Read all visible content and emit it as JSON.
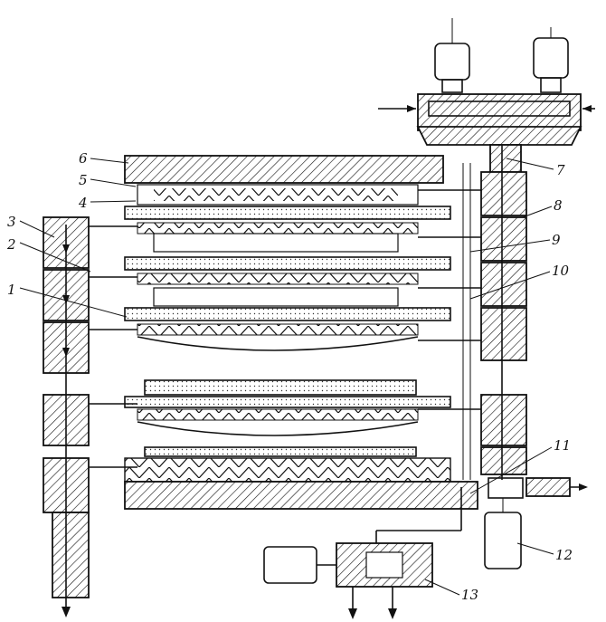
{
  "callouts": [
    {
      "id": "1",
      "text": "1"
    },
    {
      "id": "2",
      "text": "2"
    },
    {
      "id": "3",
      "text": "3"
    },
    {
      "id": "4",
      "text": "4"
    },
    {
      "id": "5",
      "text": "5"
    },
    {
      "id": "6",
      "text": "6"
    },
    {
      "id": "7",
      "text": "7"
    },
    {
      "id": "8",
      "text": "8"
    },
    {
      "id": "9",
      "text": "9"
    },
    {
      "id": "10",
      "text": "10"
    },
    {
      "id": "11",
      "text": "11"
    },
    {
      "id": "12",
      "text": "12"
    },
    {
      "id": "13",
      "text": "13"
    }
  ],
  "colors": {
    "ink": "#111111",
    "paper": "#ffffff"
  }
}
